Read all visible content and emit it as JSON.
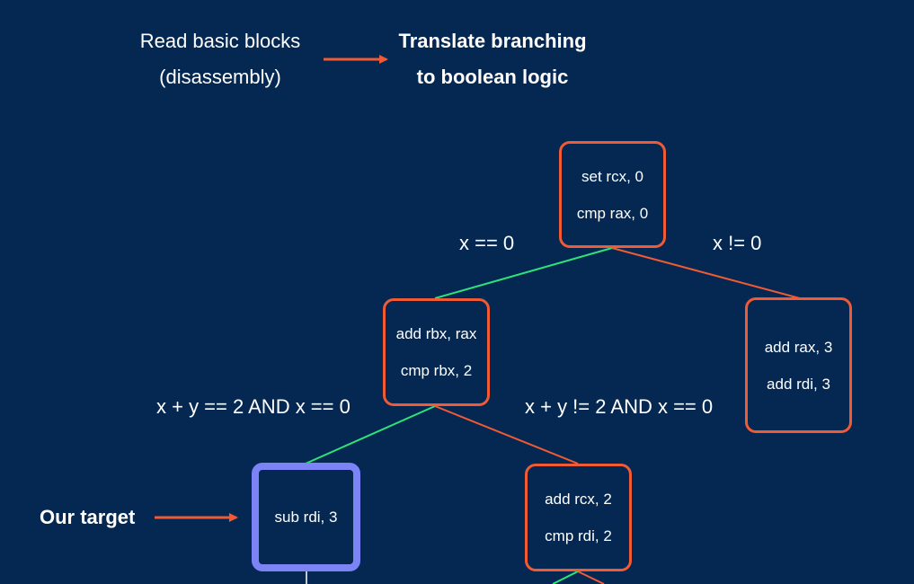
{
  "header": {
    "left_line1": "Read basic blocks",
    "left_line2": "(disassembly)",
    "right_line1": "Translate branching",
    "right_line2": "to boolean logic"
  },
  "blocks": {
    "root": {
      "line1": "set rcx, 0",
      "line2": "cmp rax, 0"
    },
    "left": {
      "line1": "add rbx, rax",
      "line2": "cmp rbx, 2"
    },
    "right": {
      "line1": "add rax, 3",
      "line2": "add rdi, 3"
    },
    "target": {
      "line1": "sub rdi, 3"
    },
    "lower_right": {
      "line1": "add rcx, 2",
      "line2": "cmp rdi, 2"
    }
  },
  "conditions": {
    "root_left": "x == 0",
    "root_right": "x != 0",
    "left_left": "x + y == 2 AND x == 0",
    "left_right": "x + y != 2 AND x == 0"
  },
  "annotation": {
    "target_label": "Our target"
  },
  "colors": {
    "background": "#052852",
    "block_border": "#f05a34",
    "target_border": "#7b83f5",
    "true_edge": "#2ee27a",
    "false_edge": "#f05a34",
    "arrow": "#f05a34",
    "text": "#ffffff"
  }
}
